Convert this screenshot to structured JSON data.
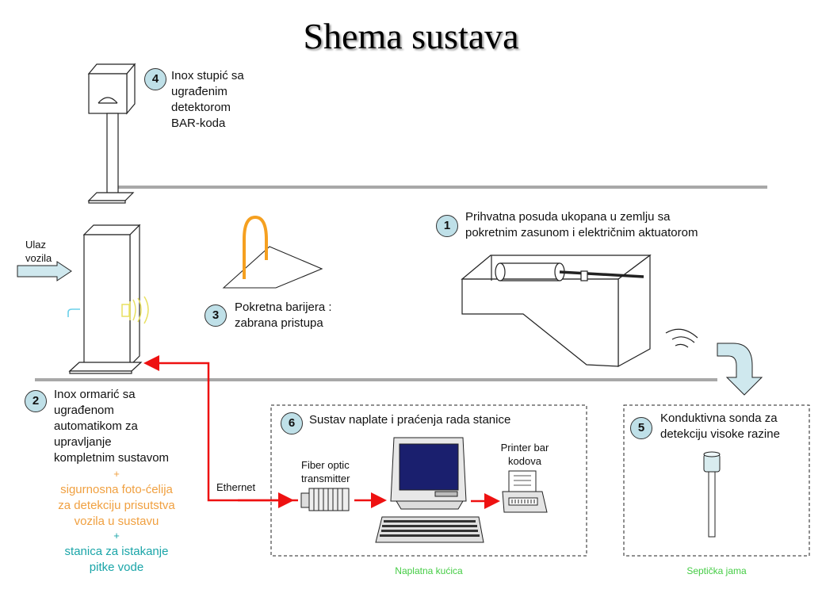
{
  "title": "Shema sustava",
  "items": {
    "stup": {
      "num": "4",
      "lines": [
        "Inox stupić sa",
        "ugrađenim",
        "detektorom",
        "BAR-koda"
      ]
    },
    "posuda": {
      "num": "1",
      "lines": [
        "Prihvatna posuda ukopana u zemlju sa",
        "pokretnim zasunom i električnim aktuatorom"
      ]
    },
    "barijera": {
      "num": "3",
      "lines": [
        "Pokretna barijera :",
        "zabrana pristupa"
      ]
    },
    "ormaric": {
      "num": "2",
      "lines": [
        "Inox ormarić sa",
        "ugrađenom",
        "automatikom za",
        "upravljanje",
        "kompletnim sustavom"
      ]
    },
    "naplata": {
      "num": "6",
      "label": "Sustav naplate i praćenja rada stanice"
    },
    "sonda": {
      "num": "5",
      "lines": [
        "Konduktivna sonda za",
        "detekciju visoke razine"
      ]
    }
  },
  "plus1": "+",
  "fotocelija": [
    "sigurnosna foto-ćelija",
    "za detekciju prisutstva",
    "vozila u sustavu"
  ],
  "plus2": "+",
  "voda": [
    "stanica za istakanje",
    "pitke vode"
  ],
  "ulaz": [
    "Ulaz",
    "vozila"
  ],
  "ethernet": "Ethernet",
  "fiber": [
    "Fiber optic",
    "transmitter"
  ],
  "printer": [
    "Printer bar",
    "kodova"
  ],
  "naplatna_kucica": "Naplatna kućica",
  "septicka_jama": "Septička jama",
  "colors": {
    "badge": "#bfe0e8",
    "arrow_red": "#ee1111",
    "line_gray": "#a8a8a8",
    "barrier": "#f5a020",
    "monitor": "#1a1f6e",
    "orange_text": "#f0a040",
    "teal_text": "#1aa5a8",
    "green_text": "#44cc44"
  }
}
